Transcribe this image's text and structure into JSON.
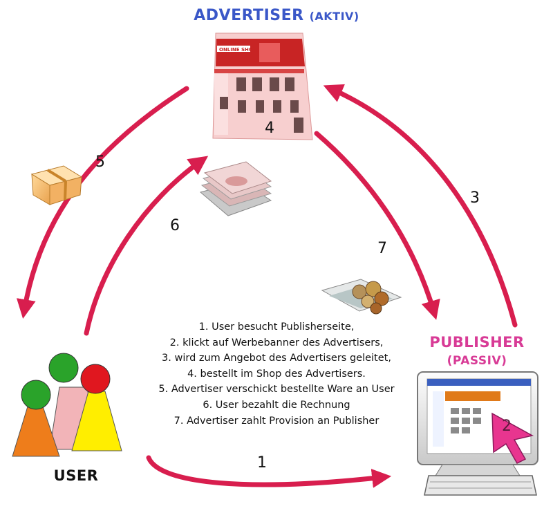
{
  "advertiser": {
    "title": "ADVERTISER",
    "subtitle": "(AKTIV)"
  },
  "publisher": {
    "title": "PUBLISHER",
    "subtitle": "(PASSIV)"
  },
  "user": {
    "title": "USER"
  },
  "shop": {
    "banner": "ONLINE SHOP"
  },
  "numbers": {
    "n1": "1",
    "n2": "2",
    "n3": "3",
    "n4": "4",
    "n5": "5",
    "n6": "6",
    "n7": "7"
  },
  "steps": [
    "1. User besucht Publisherseite,",
    "2. klickt auf Werbebanner des Advertisers,",
    "3. wird zum Angebot des Advertisers geleitet,",
    "4. bestellt im Shop des Advertisers.",
    "5. Advertiser verschickt bestellte Ware an User",
    "6. User bezahlt die Rechnung",
    "7. Advertiser zahlt Provision an Publisher"
  ],
  "colors": {
    "arrow": "#d81e4e",
    "advertiser": "#3a57c8",
    "publisher": "#d83b96",
    "piece_green": "#2aa32a",
    "piece_red": "#e0171f",
    "piece_orange": "#ee7d1b",
    "piece_pink": "#f2b4b8",
    "piece_yellow": "#ffee00"
  }
}
